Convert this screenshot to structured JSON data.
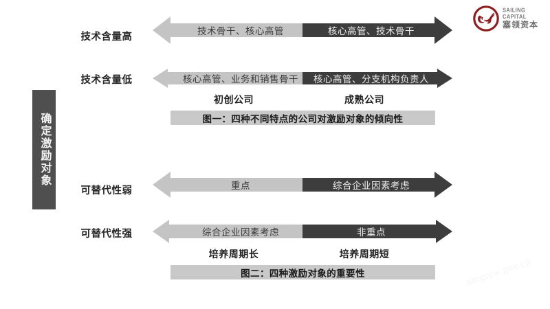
{
  "brand": {
    "name_en": "SAILING CAPITAL",
    "name_cn": "塞领资本",
    "mark_color": "#8c1f20"
  },
  "sidebar": {
    "label": "确定激励对象",
    "background": "#4f4f4f",
    "text_color": "#f2f2f2"
  },
  "colors": {
    "light_arrow": "#c4c4c4",
    "dark_arrow": "#3d3d3d",
    "caption_bar": "#c9c9c9",
    "light_arrow_text": "#3a3a3a",
    "dark_arrow_text": "#eeeeee"
  },
  "figure_one": {
    "rows": [
      {
        "axis_label": "技术含量高",
        "left_cell": "技术骨干、核心高管",
        "right_cell": "核心高管、技术骨干"
      },
      {
        "axis_label": "技术含量低",
        "left_cell": "核心高管、业务和销售骨干",
        "right_cell": "核心高管、分支机构负责人"
      }
    ],
    "column_labels": [
      "初创公司",
      "成熟公司"
    ],
    "caption": "图一：四种不同特点的公司对激励对象的倾向性"
  },
  "figure_two": {
    "rows": [
      {
        "axis_label": "可替代性弱",
        "left_cell": "重点",
        "right_cell": "综合企业因素考虑"
      },
      {
        "axis_label": "可替代性强",
        "left_cell": "综合企业因素考虑",
        "right_cell": "非重点"
      }
    ],
    "column_labels": [
      "培养周期长",
      "培养周期短"
    ],
    "caption": "图二：四种激励对象的重要性"
  },
  "watermark": {
    "text": "nmgrzw.gov.cn"
  }
}
